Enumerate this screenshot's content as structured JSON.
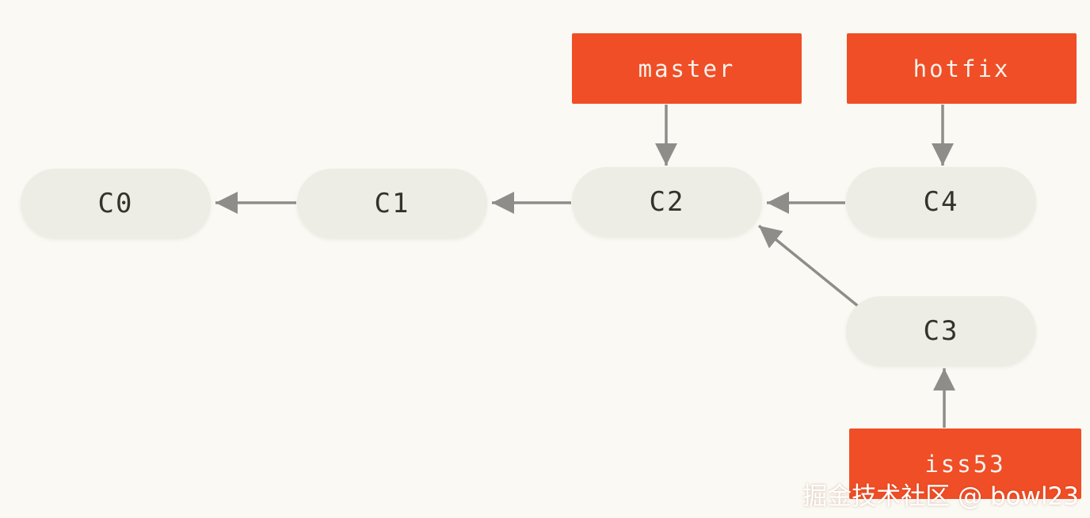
{
  "diagram": {
    "type": "git-commit-graph",
    "commits": [
      {
        "id": "C0",
        "label": "C0"
      },
      {
        "id": "C1",
        "label": "C1"
      },
      {
        "id": "C2",
        "label": "C2"
      },
      {
        "id": "C3",
        "label": "C3"
      },
      {
        "id": "C4",
        "label": "C4"
      }
    ],
    "branches": [
      {
        "label": "master",
        "points_to": "C2"
      },
      {
        "label": "hotfix",
        "points_to": "C4"
      },
      {
        "label": "iss53",
        "points_to": "C3"
      }
    ],
    "edges": [
      {
        "from": "C1",
        "to": "C0"
      },
      {
        "from": "C2",
        "to": "C1"
      },
      {
        "from": "C4",
        "to": "C2"
      },
      {
        "from": "C3",
        "to": "C2"
      },
      {
        "from": "master",
        "to": "C2"
      },
      {
        "from": "hotfix",
        "to": "C4"
      },
      {
        "from": "iss53",
        "to": "C3"
      }
    ]
  },
  "colors": {
    "background": "#faf9f3",
    "commit_fill": "#edece5",
    "commit_text": "#33322d",
    "branch_fill": "#f04e26",
    "branch_text": "#f7f2ec",
    "arrow": "#8e8d89",
    "watermark_text": "#ffffff"
  },
  "watermark": {
    "text": "掘金技术社区 @ bowl23"
  }
}
